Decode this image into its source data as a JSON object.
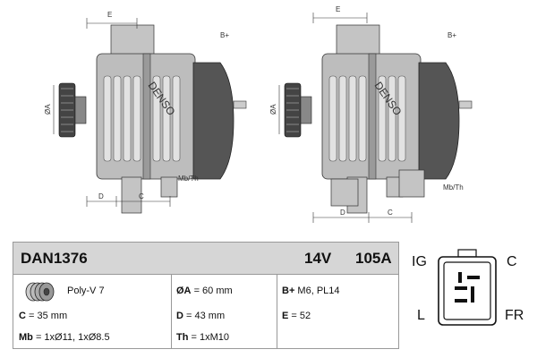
{
  "drawing": {
    "labels": {
      "e": "E",
      "b_plus": "B+",
      "phi_a": "ØA",
      "d": "D",
      "c": "C",
      "mb_th": "Mb/Th",
      "brand_watermark": "DENSO"
    }
  },
  "spec": {
    "model": "DAN1376",
    "voltage": "14V",
    "amperage": "105A",
    "pulley_type": "Poly-V 7",
    "c": {
      "key": "C",
      "value": "= 35 mm"
    },
    "mb": {
      "key": "Mb",
      "value": "= 1xØ11, 1xØ8.5"
    },
    "phi_a": {
      "key": "ØA",
      "value": "= 60 mm"
    },
    "d": {
      "key": "D",
      "value": "= 43 mm"
    },
    "th": {
      "key": "Th",
      "value": "= 1xM10"
    },
    "b_plus": {
      "key": "B+",
      "value": " M6, PL14"
    },
    "e": {
      "key": "E",
      "value": "= 52"
    }
  },
  "connector": {
    "ig": "IG",
    "c": "C",
    "l": "L",
    "fr": "FR"
  },
  "colors": {
    "housing_gray": "#b8b8b8",
    "cover_dark": "#555555",
    "header_bg": "#d6d6d6"
  }
}
